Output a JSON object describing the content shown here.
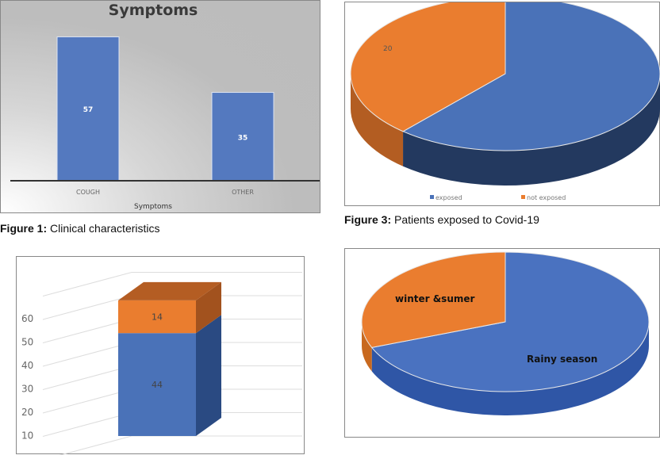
{
  "captions": {
    "fig1": {
      "label": "Figure 1:",
      "text": " Clinical characteristics"
    },
    "fig3": {
      "label": "Figure 3:",
      "text": " Patients exposed to Covid-19"
    }
  },
  "colors": {
    "blue": "#4a72b8",
    "blue_dark": "#23395f",
    "orange": "#ea7d2f",
    "orange_dark": "#b35d22"
  },
  "chart_data": [
    {
      "type": "bar",
      "title": "Symptoms",
      "xlabel": "Symptoms",
      "ylabel": "",
      "categories": [
        "COUGH",
        "OTHER"
      ],
      "values": [
        57,
        35
      ],
      "data_labels": [
        "57",
        "35"
      ],
      "ylim": [
        0,
        65
      ],
      "grid": false
    },
    {
      "type": "pie",
      "style": "3d",
      "slices": [
        {
          "name": "exposed",
          "fraction": 0.615,
          "label": ""
        },
        {
          "name": "not exposed",
          "fraction": 0.385,
          "value": 20,
          "label": "20"
        }
      ],
      "legend": [
        "exposed",
        "not exposed"
      ],
      "legend_position": "bottom"
    },
    {
      "type": "bar",
      "style": "3d-stacked",
      "categories": [
        ""
      ],
      "series": [
        {
          "name": "blue",
          "values": [
            44
          ],
          "label": "44"
        },
        {
          "name": "orange",
          "values": [
            14
          ],
          "label": "14"
        }
      ],
      "yticks": [
        "10",
        "20",
        "30",
        "40",
        "50",
        "60"
      ],
      "ylim": [
        0,
        70
      ],
      "grid": true
    },
    {
      "type": "pie",
      "style": "3d",
      "slices": [
        {
          "name": "Rainy season",
          "fraction": 0.69,
          "label": "Rainy season"
        },
        {
          "name": "winter &sumer",
          "fraction": 0.31,
          "label": "winter &sumer"
        }
      ]
    }
  ]
}
